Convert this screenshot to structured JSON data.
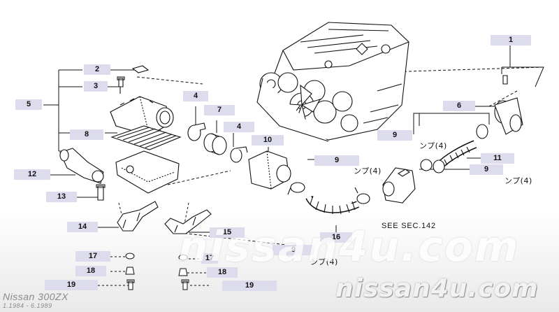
{
  "callouts": {
    "c1": "1",
    "c2": "2",
    "c3": "3",
    "c4a": "4",
    "c4b": "4",
    "c5": "5",
    "c6": "6",
    "c7": "7",
    "c8": "8",
    "c9a": "9",
    "c9b": "9",
    "c9c": "9",
    "c9d": "9",
    "c10": "10",
    "c11": "11",
    "c12": "12",
    "c13": "13",
    "c14": "14",
    "c15": "15",
    "c16": "16",
    "c17a": "17",
    "c17b": "17",
    "c18a": "18",
    "c18b": "18",
    "c19a": "19",
    "c19b": "19"
  },
  "notes": {
    "n1": "ンプ(4)",
    "n2": "ンプ(4)",
    "n3": "ンプ(4)",
    "n4": "ンプ(4)"
  },
  "see_ref": "SEE SEC.142",
  "watermark": {
    "center": "nissan4u.com",
    "corner": "nissan4u.com"
  },
  "model": {
    "name": "Nissan 300ZX",
    "range": "1.1984 - 6.1989"
  }
}
